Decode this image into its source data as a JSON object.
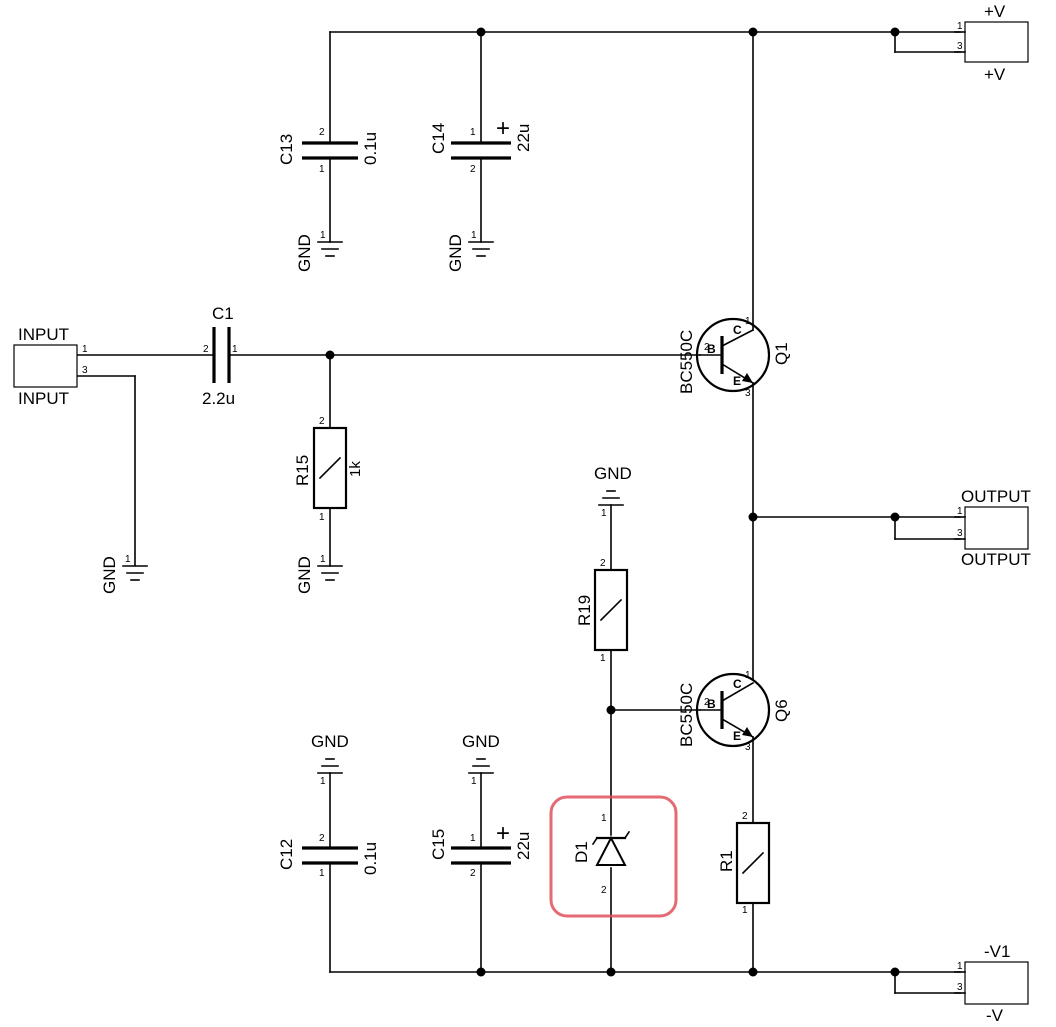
{
  "components": {
    "c13": {
      "ref": "C13",
      "value": "0.1u"
    },
    "c14": {
      "ref": "C14",
      "value": "22u"
    },
    "c1": {
      "ref": "C1",
      "value": "2.2u"
    },
    "r15": {
      "ref": "R15",
      "value": "1k"
    },
    "r19": {
      "ref": "R19"
    },
    "r1": {
      "ref": "R1"
    },
    "q1": {
      "ref": "Q1",
      "part": "BC550C"
    },
    "q6": {
      "ref": "Q6",
      "part": "BC550C"
    },
    "c12": {
      "ref": "C12",
      "value": "0.1u"
    },
    "c15": {
      "ref": "C15",
      "value": "22u"
    },
    "d1": {
      "ref": "D1"
    }
  },
  "connectors": {
    "pos": {
      "top": "+V",
      "bottom": "+V"
    },
    "input": {
      "top": "INPUT",
      "bottom": "INPUT"
    },
    "output": {
      "top": "OUTPUT",
      "bottom": "OUTPUT"
    },
    "neg": {
      "top": "-V1",
      "bottom": "-V"
    }
  },
  "symbols": {
    "gnd": "GND",
    "plus": "+"
  },
  "transistor_pins": {
    "base": "B",
    "collector": "C",
    "emitter": "E"
  },
  "pin_numbers": {
    "one": "1",
    "two": "2",
    "three": "3"
  },
  "colors": {
    "wire": "#000000",
    "highlight": "#e0505a"
  }
}
